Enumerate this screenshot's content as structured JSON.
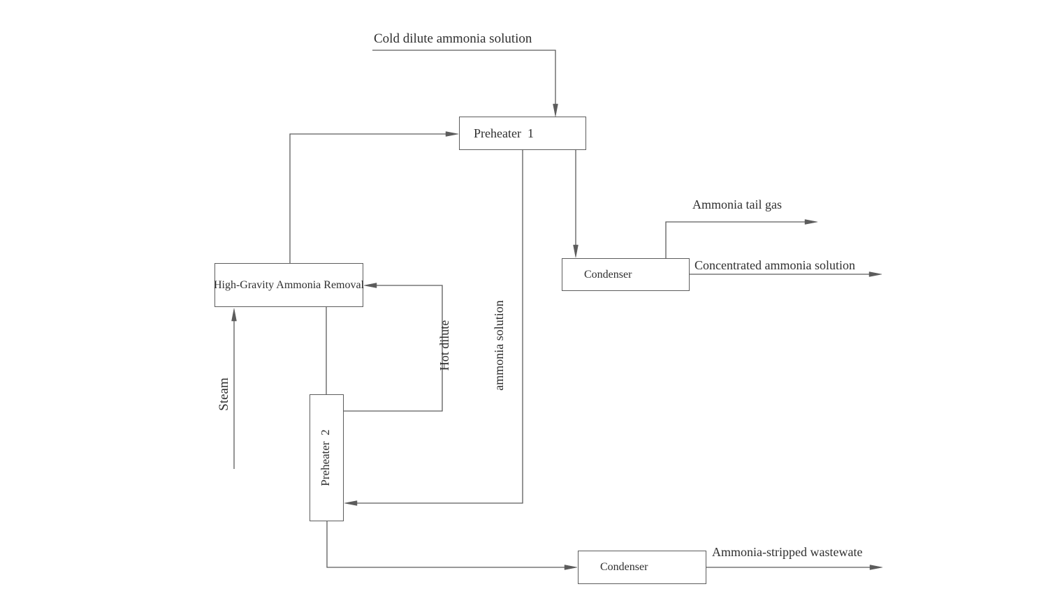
{
  "boxes": {
    "preheater1": "Preheater  1",
    "condenser1": "Condenser",
    "hga": "High-Gravity Ammonia Removal",
    "preheater2": "Preheater  2",
    "condenser2": "Condenser"
  },
  "labels": {
    "cold_dilute": "Cold dilute ammonia solution",
    "tail_gas": "Ammonia tail gas",
    "concentrated": "Concentrated ammonia solution",
    "steam": "Steam",
    "hot_dilute_line1": "Hot dilute",
    "hot_dilute_line2": "ammonia solution",
    "wastewater": "Ammonia-stripped wastewate"
  },
  "colors": {
    "line": "#5c5c5c",
    "text": "#2f2f2f",
    "background": "#ffffff"
  }
}
